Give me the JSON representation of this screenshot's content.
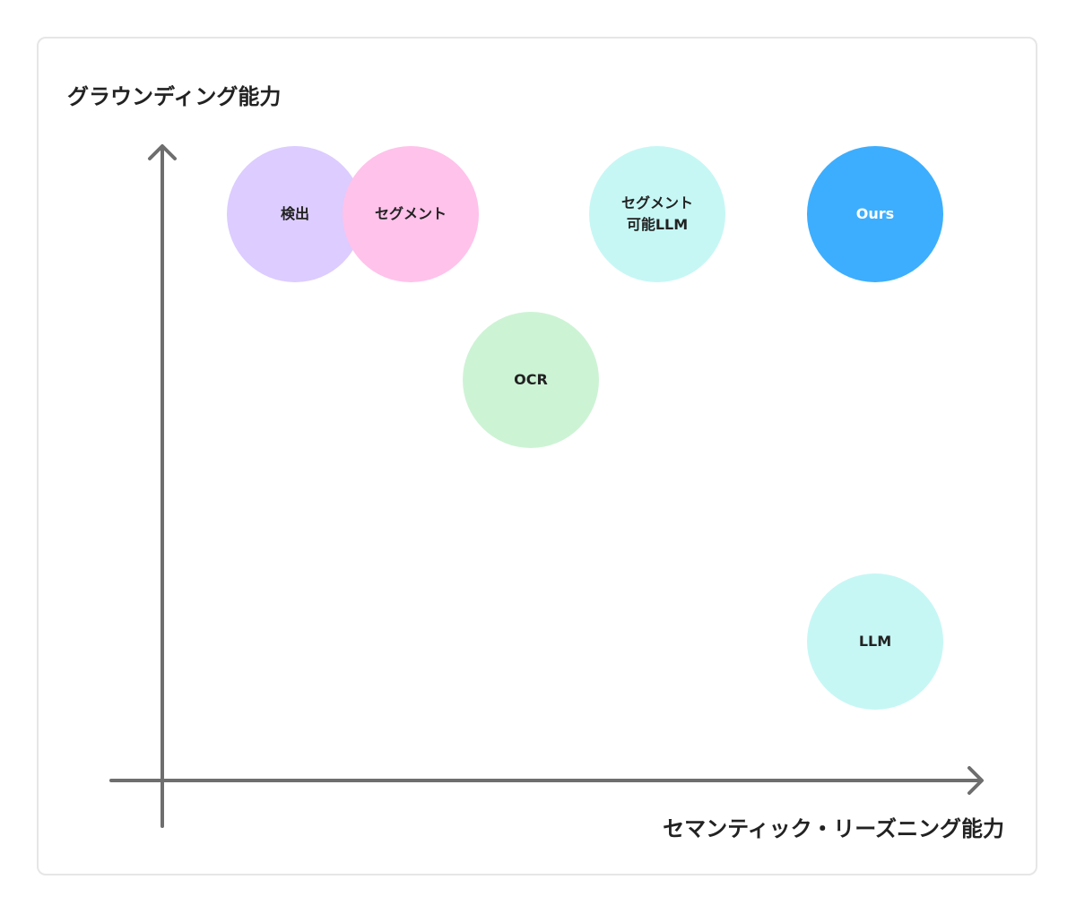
{
  "diagram": {
    "y_axis_label": "グラウンディング能力",
    "x_axis_label": "セマンティック・リーズニング能力",
    "nodes": [
      {
        "id": "detection",
        "label": "検出",
        "color": "#dcccff"
      },
      {
        "id": "segmentation",
        "label": "セグメント",
        "color": "#ffc2ea"
      },
      {
        "id": "segment-llm",
        "label": "セグメント\n可能LLM",
        "color": "#c6f7f5"
      },
      {
        "id": "ours",
        "label": "Ours",
        "color": "#3daefd",
        "text_color": "#ffffff"
      },
      {
        "id": "ocr",
        "label": "OCR",
        "color": "#cdf3d5"
      },
      {
        "id": "llm",
        "label": "LLM",
        "color": "#c6f7f5"
      }
    ]
  }
}
